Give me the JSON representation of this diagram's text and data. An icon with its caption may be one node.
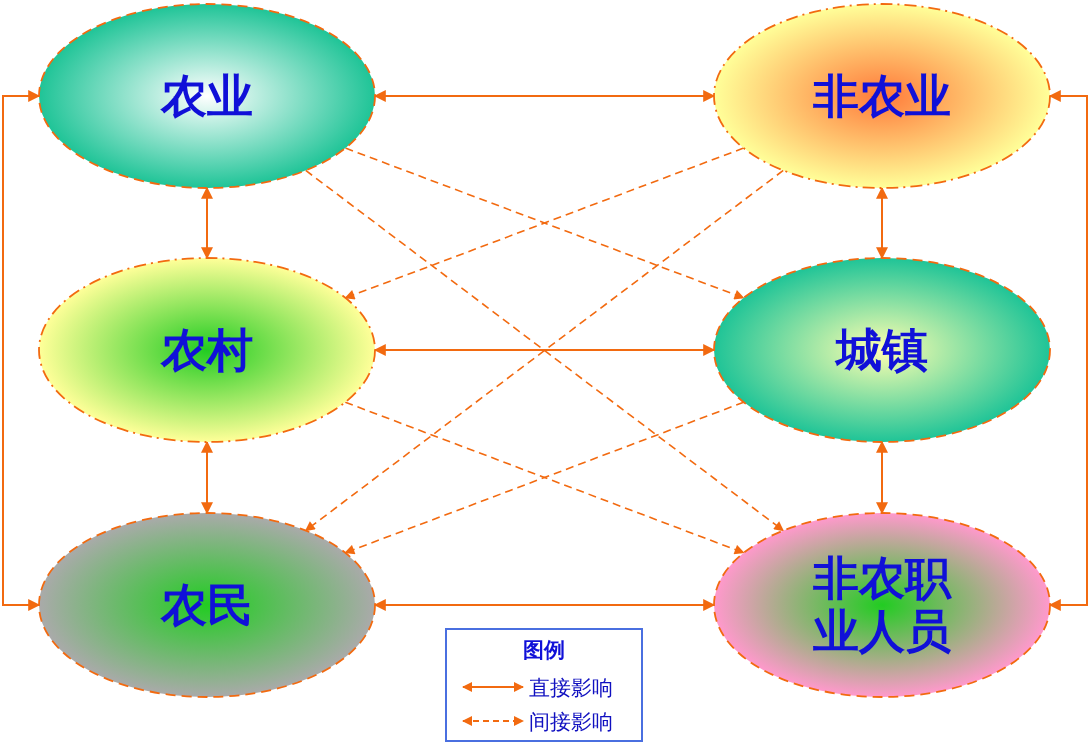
{
  "diagram": {
    "nodes": [
      {
        "text": [
          "农业"
        ]
      },
      {
        "text": [
          "非农业"
        ]
      },
      {
        "text": [
          "农村"
        ]
      },
      {
        "text": [
          "城镇"
        ]
      },
      {
        "text": [
          "农民"
        ]
      },
      {
        "text": [
          "非农职业人员"
        ]
      }
    ],
    "edges": [
      {
        "from": 0,
        "to": 1,
        "arrow": "both"
      },
      {
        "from": 0,
        "to": 2,
        "arrow": "both"
      },
      {
        "from": 1,
        "to": 3,
        "arrow": "both"
      },
      {
        "from": 2,
        "to": 3,
        "arrow": "both"
      },
      {
        "from": 2,
        "to": 4,
        "arrow": "both"
      },
      {
        "from": 3,
        "to": 5,
        "arrow": "both"
      },
      {
        "from": 4,
        "to": 5,
        "arrow": "both"
      },
      {
        "from": 0,
        "to": 4,
        "arrow": "both"
      },
      {
        "from": 1,
        "to": 5,
        "arrow": "both"
      },
      {
        "from": 0,
        "to": 3,
        "arrow": "to",
        "style": "dashed"
      },
      {
        "from": 0,
        "to": 5,
        "arrow": "to",
        "style": "dashed"
      },
      {
        "from": 1,
        "to": 2,
        "arrow": "to",
        "style": "dashed"
      },
      {
        "from": 1,
        "to": 4,
        "arrow": "to",
        "style": "dashed"
      },
      {
        "from": 2,
        "to": 5,
        "arrow": "to",
        "style": "dashed"
      },
      {
        "from": 3,
        "to": 4,
        "arrow": "to",
        "style": "dashed"
      }
    ],
    "labels": [
      "图例"
    ],
    "legend": [
      {
        "text": "直接影响"
      },
      {
        "text": "间接影响"
      }
    ]
  }
}
